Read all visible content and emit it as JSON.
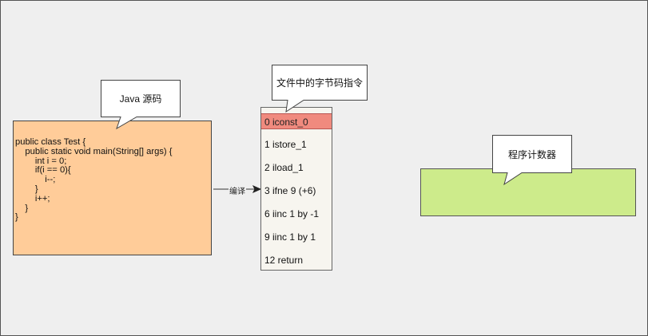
{
  "callouts": {
    "source": "Java  源码",
    "bytecode": "文件中的字节码指令",
    "pc": "程序计数器"
  },
  "source_code": {
    "lines": [
      "public class Test {",
      "    public static void main(String[] args) {",
      "        int i = 0;",
      "        if(i == 0){",
      "            i--;",
      "        }",
      "        i++;",
      "    }",
      "}"
    ]
  },
  "arrow_label": "编译",
  "bytecode": {
    "instructions": [
      {
        "text": "0 iconst_0",
        "active": true
      },
      {
        "text": "1 istore_1",
        "active": false
      },
      {
        "text": "2 iload_1",
        "active": false
      },
      {
        "text": "3 ifne 9 (+6)",
        "active": false
      },
      {
        "text": "6 iinc 1 by -1",
        "active": false
      },
      {
        "text": "9 iinc 1 by 1",
        "active": false
      },
      {
        "text": "12 return",
        "active": false
      }
    ]
  },
  "colors": {
    "source_fill": "#ffcc99",
    "pc_fill": "#cdeb8b",
    "active_instruction": "#f08a7e",
    "bytecode_fill": "#f7f5ef"
  }
}
